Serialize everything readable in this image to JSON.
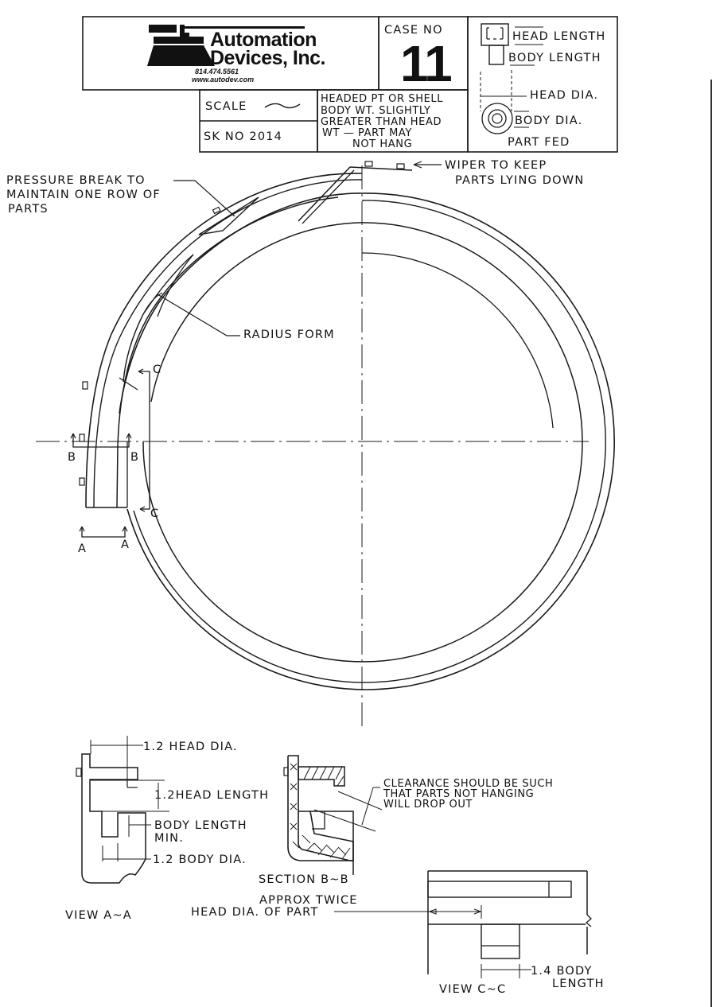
{
  "title_block": {
    "logo": {
      "company_line1": "Automation",
      "company_line2": "Devices, Inc.",
      "phone": "814.474.5561",
      "website": "www.autodev.com"
    },
    "case": {
      "label": "CASE NO",
      "number": "11"
    },
    "scale": {
      "label": "SCALE",
      "value_symbol": "~"
    },
    "sketch_number": "SK NO 2014",
    "description": [
      "HEADED PT OR SHELL",
      "BODY WT. SLIGHTLY",
      "GREATER THAN HEAD",
      "WT — PART MAY",
      "NOT HANG"
    ],
    "part_fed": {
      "head_length": "HEAD LENGTH",
      "body_length": "BODY LENGTH",
      "head_dia": "HEAD DIA.",
      "body_dia": "BODY DIA.",
      "caption": "PART FED"
    }
  },
  "main_view": {
    "callouts": {
      "pressure_break": [
        "PRESSURE BREAK TO",
        "MAINTAIN ONE ROW OF",
        "PARTS"
      ],
      "wiper": [
        "WIPER TO KEEP",
        "PARTS LYING DOWN"
      ],
      "radius_form": "RADIUS FORM"
    },
    "section_marks": {
      "c_top": "C",
      "c_bottom": "C",
      "b_left": "B",
      "b_right": "B",
      "a_left": "A",
      "a_right": "A"
    }
  },
  "view_a_a": {
    "caption": "VIEW A~A",
    "dims": {
      "head_dia": "1.2 HEAD  DIA.",
      "head_length": "1.2HEAD LENGTH",
      "body_length": [
        "BODY LENGTH",
        "MIN."
      ],
      "body_dia": "1.2 BODY DIA."
    }
  },
  "section_b_b": {
    "caption": "SECTION  B~B",
    "note": [
      "CLEARANCE  SHOULD BE SUCH",
      "THAT PARTS  NOT  HANGING",
      "WILL DROP OUT"
    ]
  },
  "view_c_c": {
    "caption": "VIEW C~C",
    "note": [
      "APPROX TWICE",
      "HEAD DIA. OF PART"
    ],
    "body_dim": [
      "1.4 BODY",
      "LENGTH"
    ]
  }
}
